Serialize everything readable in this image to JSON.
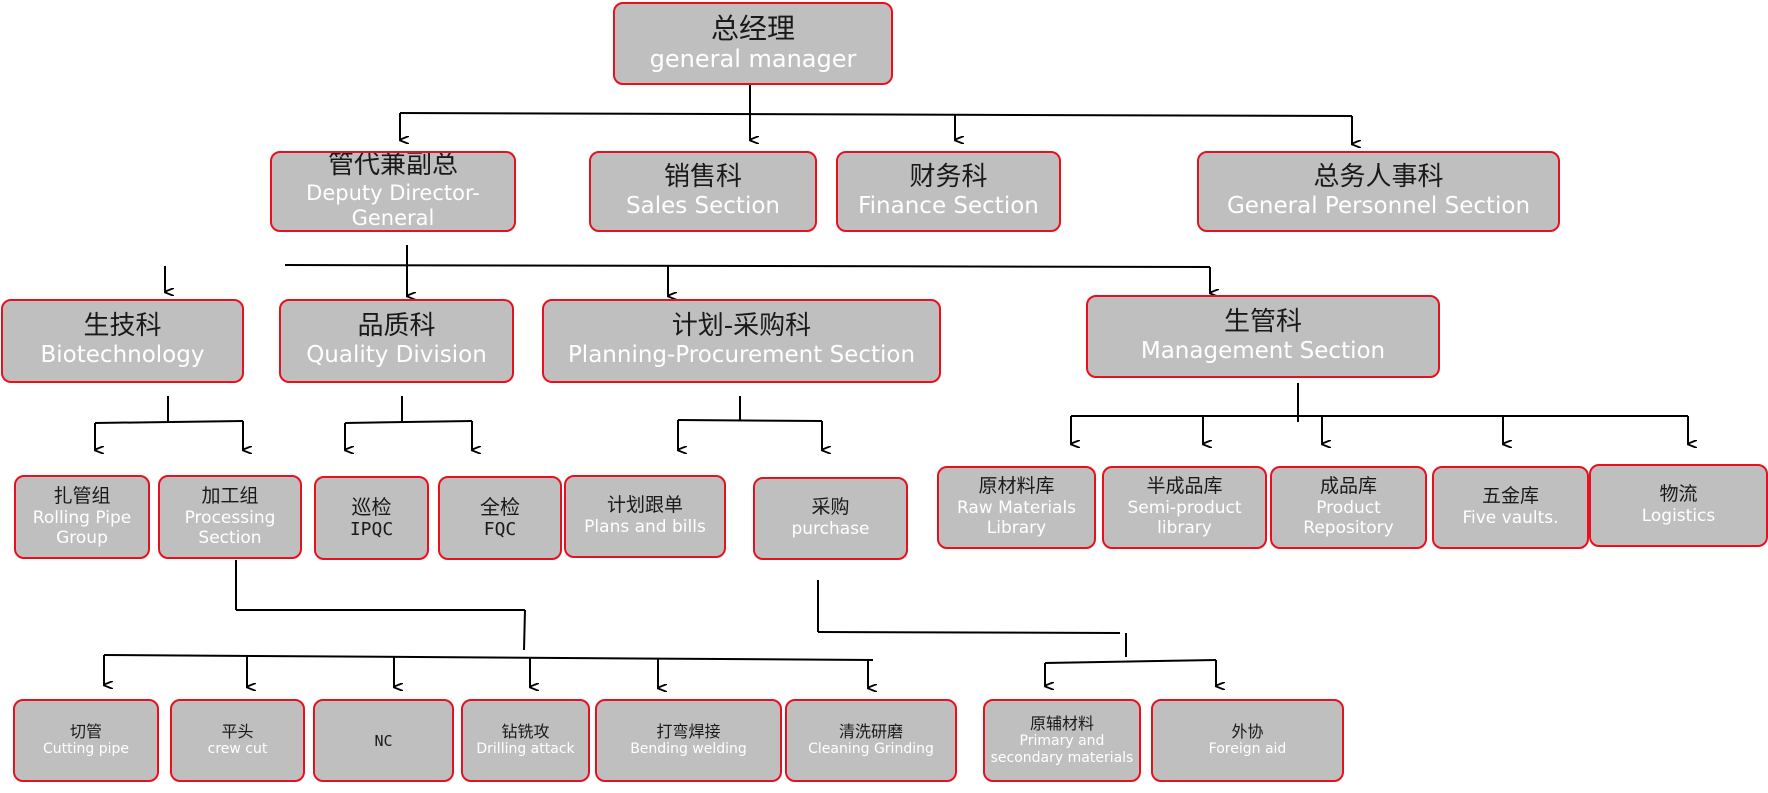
{
  "nodes": {
    "gm": {
      "zh": "总经理",
      "en": "general manager"
    },
    "deputy": {
      "zh": "管代兼副总",
      "en": "Deputy Director-General"
    },
    "sales": {
      "zh": "销售科",
      "en": "Sales Section"
    },
    "finance": {
      "zh": "财务科",
      "en": "Finance Section"
    },
    "personnel": {
      "zh": "总务人事科",
      "en": "General Personnel Section"
    },
    "biotech": {
      "zh": "生技科",
      "en": "Biotechnology"
    },
    "quality": {
      "zh": "品质科",
      "en": "Quality Division"
    },
    "planning": {
      "zh": "计划-采购科",
      "en": "Planning-Procurement Section"
    },
    "mgmt": {
      "zh": "生管科",
      "en": "Management Section"
    },
    "rolling": {
      "zh": "扎管组",
      "en": "Rolling Pipe Group"
    },
    "processing": {
      "zh": "加工组",
      "en": "Processing Section"
    },
    "ipqc": {
      "zh": "巡检",
      "en": "IPQC"
    },
    "fqc": {
      "zh": "全检",
      "en": "FQC"
    },
    "plans": {
      "zh": "计划跟单",
      "en": "Plans and bills"
    },
    "purchase": {
      "zh": "采购",
      "en": "purchase"
    },
    "raw": {
      "zh": "原材料库",
      "en": "Raw Materials Library"
    },
    "semi": {
      "zh": "半成品库",
      "en": "Semi-product library"
    },
    "product": {
      "zh": "成品库",
      "en": "Product Repository"
    },
    "hardware": {
      "zh": "五金库",
      "en": "Five vaults."
    },
    "logistics": {
      "zh": "物流",
      "en": "Logistics"
    },
    "cutting": {
      "zh": "切管",
      "en": "Cutting pipe"
    },
    "flat": {
      "zh": "平头",
      "en": "crew cut"
    },
    "nc": {
      "zh": "",
      "en": "NC"
    },
    "drill": {
      "zh": "钻铣攻",
      "en": "Drilling attack"
    },
    "bend": {
      "zh": "打弯焊接",
      "en": "Bending welding"
    },
    "clean": {
      "zh": "清洗研磨",
      "en": "Cleaning Grinding"
    },
    "aux": {
      "zh": "原辅材料",
      "en": "Primary and secondary materials"
    },
    "outsource": {
      "zh": "外协",
      "en": "Foreign aid"
    }
  },
  "colors": {
    "box_fill": "#bfbfbf",
    "box_border": "#e8101e",
    "connector": "#000000"
  }
}
